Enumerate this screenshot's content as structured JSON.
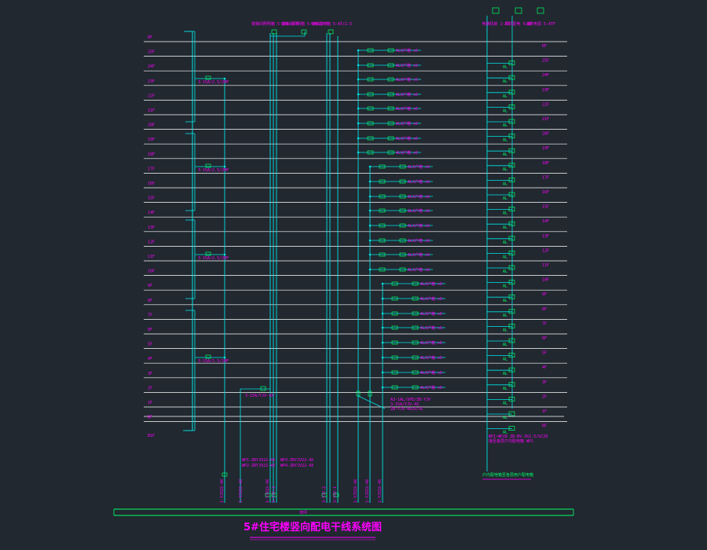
{
  "title": "5#住宅楼竖向配电干线系统图",
  "colors": {
    "background": "#212830",
    "line": "#ffffff",
    "riser": "#00e5e5",
    "magenta": "#ff00ff",
    "green": "#00ff66"
  },
  "floor_labels": [
    "RF",
    "1F",
    "2F",
    "3F",
    "4F",
    "5F",
    "6F",
    "7F",
    "8F",
    "9F",
    "10F",
    "11F",
    "12F",
    "13F",
    "14F",
    "15F",
    "16F",
    "17F",
    "18F",
    "19F",
    "20F",
    "21F",
    "22F",
    "23F",
    "24F",
    "25F",
    "26F"
  ],
  "left_notes": [
    "3-15A/2.5/2HF",
    "3-15A/2.5/2HF",
    "3-15A/2.5/2HF",
    "3-15A/2.5/2HF"
  ],
  "top_boxes": [
    "楼梯间照明箱 5-3AL/2.5",
    "楼梯间照明箱 5-3AL/2.5",
    "电梯配电箱 5-AT/2.5"
  ],
  "right_top_boxes": [
    "电梯机房 1-AT",
    "风机配电 5-AP",
    "消防电源 5-ATF"
  ],
  "mid_notes": [
    "A3-1AL/SPE/ZB-YJV",
    "3-15A/YJV-4X",
    "ZB-YJV-4x25/SC"
  ],
  "right_note": [
    "WP1~WP26 ZR-BV-3X2.5/SC20",
    "接至各层户内配电箱 WP1"
  ],
  "bottom_notes": [
    "WP1-ZRYJV22-4X",
    "WP2-ZRYJV22-4X",
    "WP3-ZRYJV22-4X",
    "WP4-ZRYJV22-4X"
  ],
  "bottom_verticals": [
    "1-YJV22-4X",
    "1-YJV22-4X",
    "1-YJV22-4X",
    "3-YJV-3",
    "3-YJV-2",
    "3-YJV-1"
  ],
  "legend": "户内配电箱至各层用户配电箱",
  "ground_label": "地坪",
  "meter_label": "ALX户箱",
  "meter_unit": "x6"
}
